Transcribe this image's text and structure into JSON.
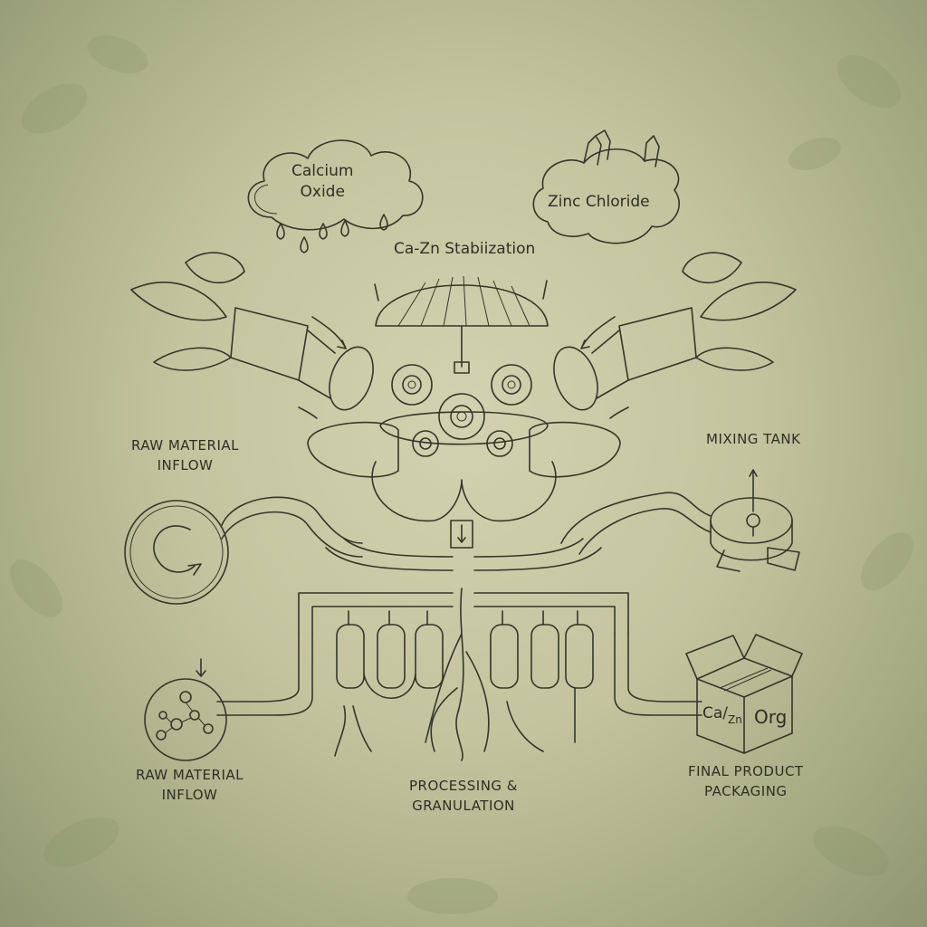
{
  "diagram": {
    "clouds": {
      "calcium_oxide": {
        "line1": "Calcium",
        "line2": "Oxide"
      },
      "zinc_chloride": "Zinc Chloride"
    },
    "center_title": "Ca-Zn Stabiization",
    "labels": {
      "raw_material_top": {
        "line1": "RAW MATERIAL",
        "line2": "INFLOW"
      },
      "mixing_tank": "MIXING TANK",
      "raw_material_bottom": {
        "line1": "RAW MATERIAL",
        "line2": "INFLOW"
      },
      "processing": {
        "line1": "PROCESSING &",
        "line2": "GRANULATION"
      },
      "final_product": {
        "line1": "FINAL PRODUCT",
        "line2": "PACKAGING"
      }
    },
    "box": {
      "left_top": "Ca",
      "left_bottom": "Zn",
      "right": "Org"
    }
  },
  "colors": {
    "background": "#c3c49e",
    "ink": "#35352b",
    "leaves": "#8a9468"
  }
}
